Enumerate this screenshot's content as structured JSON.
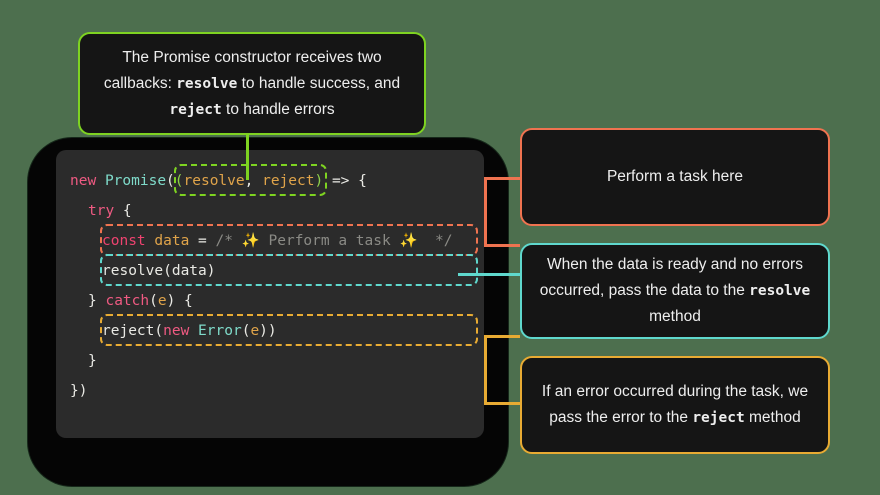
{
  "theme": {
    "background": "#4d6f4e",
    "device_body": "#050505",
    "code_panel": "#2b2b2b",
    "callout_bg": "#151515",
    "accent_green": "#7ed321",
    "accent_red": "#ef7350",
    "accent_cyan": "#5fd8cd",
    "accent_orange": "#e8ab33"
  },
  "code": {
    "language": "javascript",
    "lines": [
      {
        "id": "line-new-promise",
        "tokens": [
          {
            "text": "new",
            "kind": "keyword"
          },
          {
            "text": " ",
            "kind": "plain"
          },
          {
            "text": "Promise",
            "kind": "type"
          },
          {
            "text": "(",
            "kind": "punct"
          },
          {
            "text": "(",
            "kind": "green"
          },
          {
            "text": "resolve",
            "kind": "var"
          },
          {
            "text": ", ",
            "kind": "punct"
          },
          {
            "text": "reject",
            "kind": "var"
          },
          {
            "text": ")",
            "kind": "green"
          },
          {
            "text": " => {",
            "kind": "plain"
          }
        ]
      },
      {
        "id": "line-try",
        "tokens": [
          {
            "text": "try",
            "kind": "keyword"
          },
          {
            "text": " {",
            "kind": "plain"
          }
        ]
      },
      {
        "id": "line-const-data",
        "tokens": [
          {
            "text": "const",
            "kind": "const"
          },
          {
            "text": " ",
            "kind": "plain"
          },
          {
            "text": "data",
            "kind": "var"
          },
          {
            "text": " = ",
            "kind": "plain"
          },
          {
            "text": "/* ",
            "kind": "comment"
          },
          {
            "text": "✨",
            "kind": "sparkle"
          },
          {
            "text": " Perform a task ",
            "kind": "comment"
          },
          {
            "text": "✨",
            "kind": "sparkle"
          },
          {
            "text": "  */",
            "kind": "comment"
          }
        ]
      },
      {
        "id": "line-resolve",
        "tokens": [
          {
            "text": "resolve(data)",
            "kind": "plain"
          }
        ]
      },
      {
        "id": "line-catch",
        "tokens": [
          {
            "text": "} ",
            "kind": "plain"
          },
          {
            "text": "catch",
            "kind": "keyword"
          },
          {
            "text": "(",
            "kind": "punct"
          },
          {
            "text": "e",
            "kind": "var"
          },
          {
            "text": ") {",
            "kind": "punct"
          }
        ]
      },
      {
        "id": "line-reject",
        "tokens": [
          {
            "text": "reject(",
            "kind": "plain"
          },
          {
            "text": "new",
            "kind": "keyword"
          },
          {
            "text": " ",
            "kind": "plain"
          },
          {
            "text": "Error",
            "kind": "type"
          },
          {
            "text": "(",
            "kind": "punct"
          },
          {
            "text": "e",
            "kind": "var"
          },
          {
            "text": "))",
            "kind": "punct"
          }
        ]
      },
      {
        "id": "line-close-brace",
        "tokens": [
          {
            "text": "}",
            "kind": "plain"
          }
        ]
      },
      {
        "id": "line-close-promise",
        "tokens": [
          {
            "text": "})",
            "kind": "plain"
          }
        ]
      }
    ]
  },
  "highlights": [
    {
      "id": "highlight-callback-params",
      "color": "#7ed321"
    },
    {
      "id": "highlight-perform-task",
      "color": "#ef7350"
    },
    {
      "id": "highlight-resolve-call",
      "color": "#5fd8cd"
    },
    {
      "id": "highlight-reject-call",
      "color": "#e8ab33"
    }
  ],
  "callouts": {
    "constructor": {
      "id": "callout-constructor",
      "color": "#7ed321",
      "parts": [
        {
          "text": "The Promise constructor receives two callbacks: ",
          "bold": false
        },
        {
          "text": "resolve",
          "bold": true
        },
        {
          "text": " to handle success, and ",
          "bold": false
        },
        {
          "text": "reject",
          "bold": true
        },
        {
          "text": " to handle errors",
          "bold": false
        }
      ]
    },
    "task": {
      "id": "callout-task",
      "color": "#ef7350",
      "parts": [
        {
          "text": "Perform a task here",
          "bold": false
        }
      ]
    },
    "resolve": {
      "id": "callout-resolve",
      "color": "#5fd8cd",
      "parts": [
        {
          "text": "When the data is ready and no errors occurred, pass the data to the ",
          "bold": false
        },
        {
          "text": "resolve",
          "bold": true
        },
        {
          "text": " method",
          "bold": false
        }
      ]
    },
    "reject": {
      "id": "callout-reject",
      "color": "#e8ab33",
      "parts": [
        {
          "text": "If an error occurred during the task, we pass the error to the ",
          "bold": false
        },
        {
          "text": "reject",
          "bold": true
        },
        {
          "text": " method",
          "bold": false
        }
      ]
    }
  }
}
